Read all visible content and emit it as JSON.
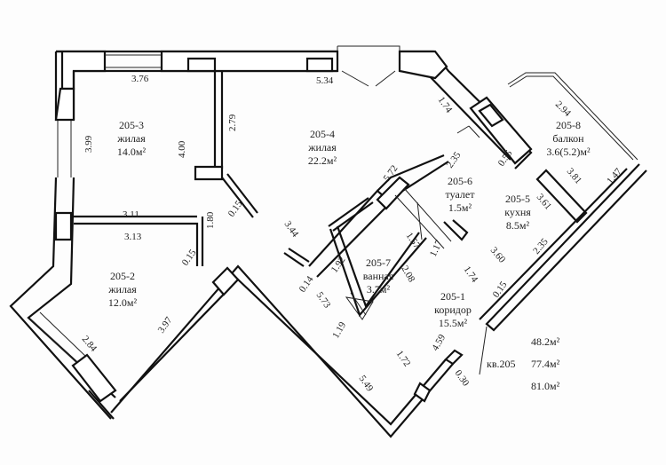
{
  "plan": {
    "apartment": "кв.205",
    "areas": [
      "48.2м²",
      "77.4м²",
      "81.0м²"
    ],
    "rooms": [
      {
        "id": "205-3",
        "type": "жилая",
        "area": "14.0м²"
      },
      {
        "id": "205-4",
        "type": "жилая",
        "area": "22.2м²"
      },
      {
        "id": "205-8",
        "type": "балкон",
        "area": "3.6(5.2)м²"
      },
      {
        "id": "205-6",
        "type": "туалет",
        "area": "1.5м²"
      },
      {
        "id": "205-5",
        "type": "кухня",
        "area": "8.5м²"
      },
      {
        "id": "205-7",
        "type": "ванная",
        "area": "3.7м²"
      },
      {
        "id": "205-2",
        "type": "жилая",
        "area": "12.0м²"
      },
      {
        "id": "205-1",
        "type": "коридор",
        "area": "15.5м²"
      }
    ],
    "dims": [
      "3.76",
      "5.34",
      "2.79",
      "4.00",
      "3.99",
      "3.11",
      "3.13",
      "1.80",
      "0.15",
      "0.15",
      "1.74",
      "2.94",
      "0.55",
      "2.35",
      "5.72",
      "3.81",
      "3.61",
      "1.47",
      "3.44",
      "1.57",
      "1.17",
      "3.60",
      "2.35",
      "1.92",
      "2.08",
      "1.74",
      "0.14",
      "5.73",
      "0.15",
      "1.19",
      "2.84",
      "3.97",
      "1.72",
      "4.59",
      "5.49",
      "0.30"
    ]
  }
}
